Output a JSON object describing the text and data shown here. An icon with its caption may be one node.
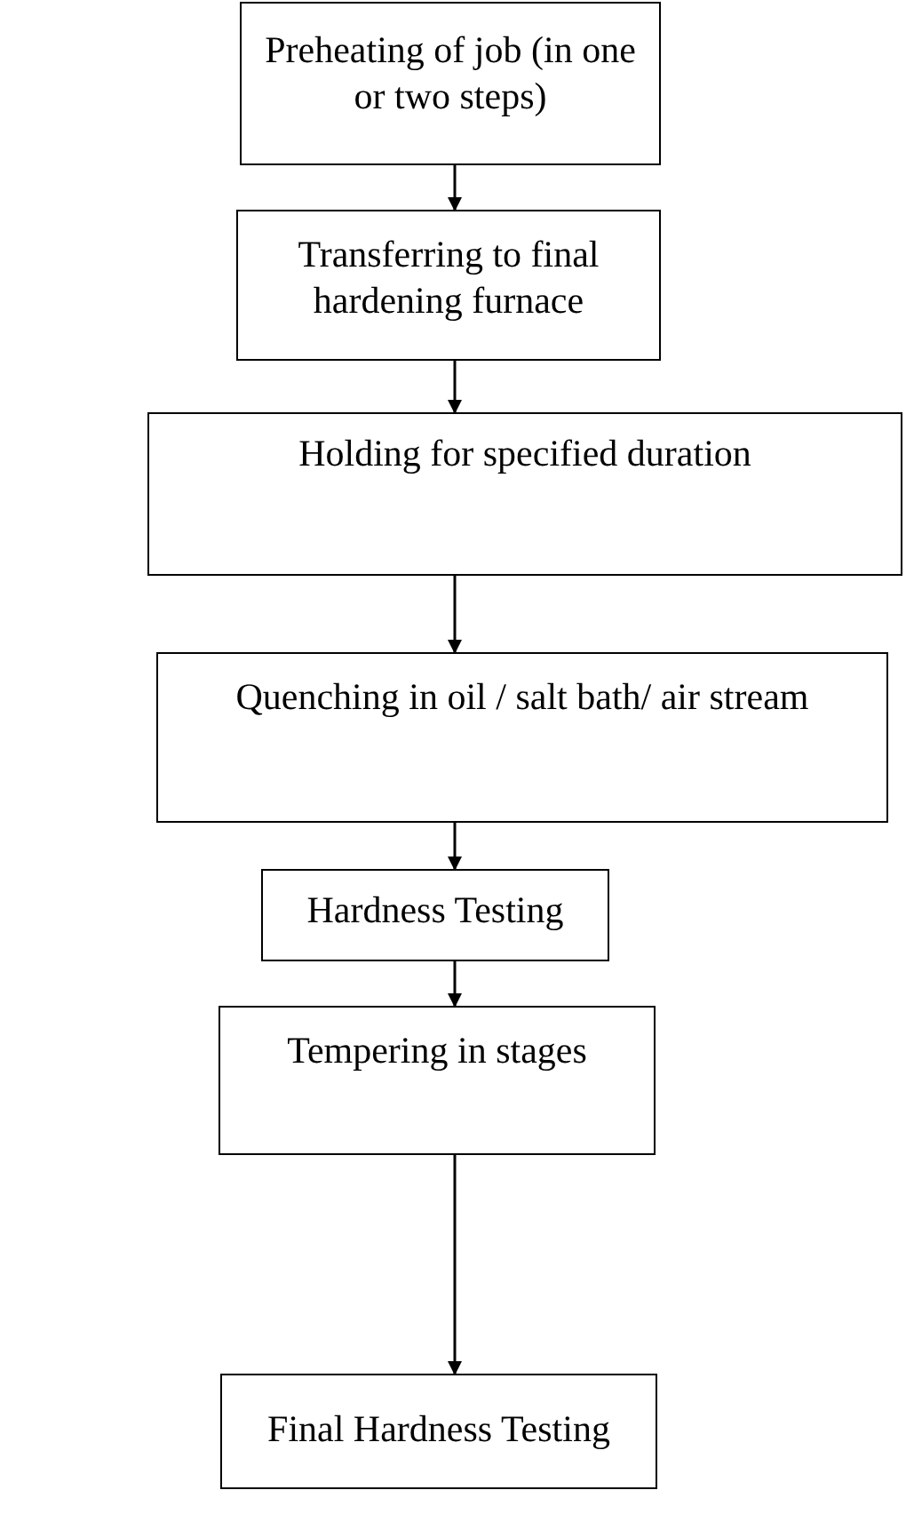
{
  "diagram": {
    "nodes": [
      {
        "text": [
          "Preheating of job (in one or two steps)"
        ]
      },
      {
        "text": [
          "Transferring to final hardening furnace"
        ]
      },
      {
        "text": [
          "Holding for specified duration"
        ]
      },
      {
        "text": [
          "Quenching in oil / salt bath/ air stream"
        ]
      },
      {
        "text": [
          "Hardness Testing"
        ]
      },
      {
        "text": [
          "Tempering in stages"
        ]
      },
      {
        "text": [
          "Final Hardness Testing"
        ]
      }
    ],
    "edges": [
      {
        "from": 0,
        "to": 1,
        "arrow": "to"
      },
      {
        "from": 1,
        "to": 2,
        "arrow": "to"
      },
      {
        "from": 2,
        "to": 3,
        "arrow": "to"
      },
      {
        "from": 3,
        "to": 4,
        "arrow": "to"
      },
      {
        "from": 4,
        "to": 5,
        "arrow": "to"
      },
      {
        "from": 5,
        "to": 6,
        "arrow": "to"
      }
    ]
  }
}
